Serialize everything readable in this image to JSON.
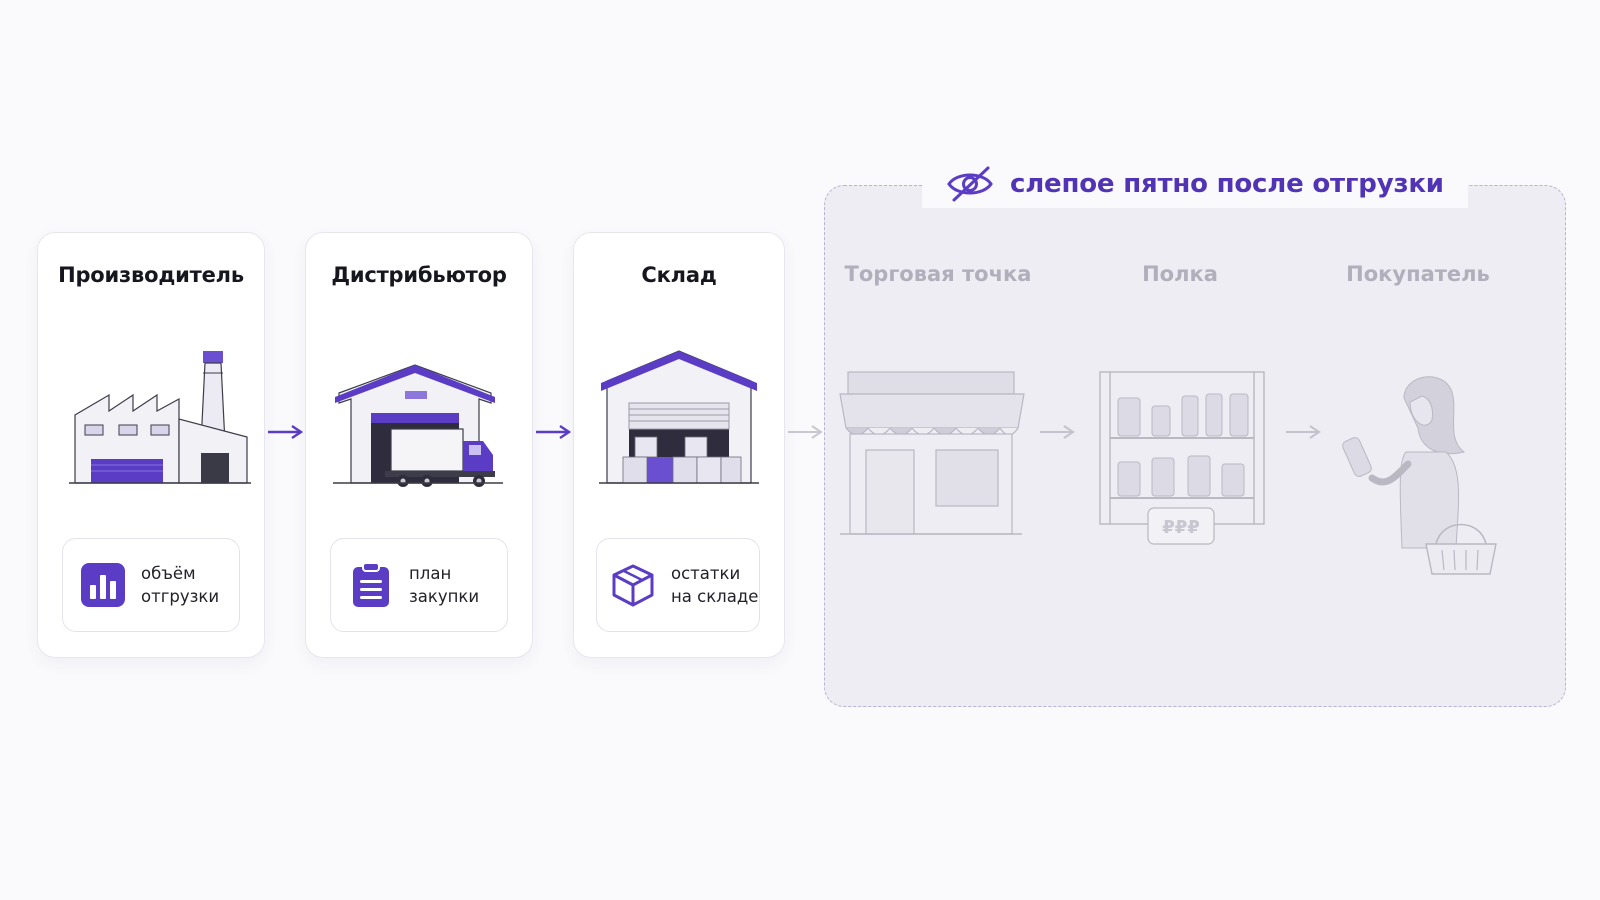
{
  "stages": [
    {
      "title": "Производитель",
      "data_label": "объём\nотгрузки",
      "data_icon": "bar-chart-icon"
    },
    {
      "title": "Дистрибьютор",
      "data_label": "план\nзакупки",
      "data_icon": "clipboard-icon"
    },
    {
      "title": "Склад",
      "data_label": "остатки\nна складе",
      "data_icon": "box-icon"
    }
  ],
  "blind_spot": {
    "label": "слепое пятно после отгрузки",
    "icon": "eye-off-icon",
    "stages": [
      {
        "title": "Торговая точка",
        "icon": "store-icon"
      },
      {
        "title": "Полка",
        "icon": "shelf-icon",
        "price_tag": "₽₽₽"
      },
      {
        "title": "Покупатель",
        "icon": "shopper-icon"
      }
    ]
  },
  "colors": {
    "accent": "#5b3cc4",
    "accent_dark": "#4a2fb0",
    "ghost": "#b0afbb",
    "background": "#fafafc"
  }
}
